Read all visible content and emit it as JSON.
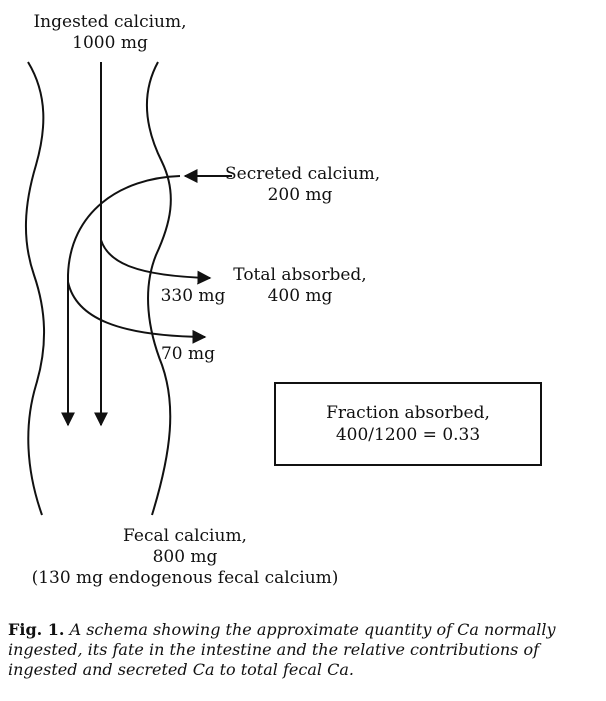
{
  "labels": {
    "ingested": [
      "Ingested calcium,",
      "1000 mg"
    ],
    "secreted": [
      "Secreted calcium,",
      "200 mg"
    ],
    "absorbed": [
      "Total absorbed,",
      "400 mg"
    ],
    "absorbed_from_ingested": "330 mg",
    "absorbed_from_secreted": "70 mg",
    "fecal": [
      "Fecal calcium,",
      "800 mg",
      "(130 mg endogenous fecal calcium)"
    ]
  },
  "fraction_box": [
    "Fraction absorbed,",
    "400/1200 = 0.33"
  ],
  "caption": {
    "label": "Fig. 1.",
    "text": "A schema showing the approximate quantity of Ca normally ingested, its fate in the intestine and the relative contributions of ingested and secreted Ca to total fecal Ca."
  }
}
